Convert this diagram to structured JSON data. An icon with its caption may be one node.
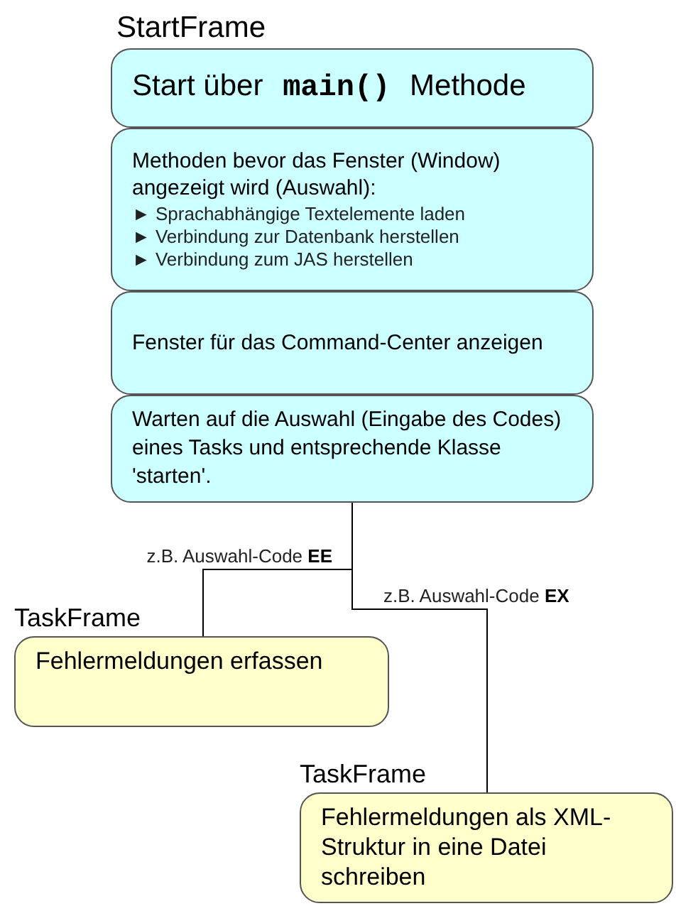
{
  "diagram": {
    "nodes": [
      {
        "text": [
          "StartFrame",
          "Start über **main()** Methode"
        ]
      },
      {
        "text": [
          "Methoden bevor das Fenster (Window) angezeigt wird (Auswahl):",
          "► Sprachabhängige Textelemente laden",
          "► Verbindung zur Datenbank herstellen",
          "► Verbindung zum JAS herstellen"
        ]
      },
      {
        "text": [
          "Fenster für das Command-Center anzeigen"
        ]
      },
      {
        "text": [
          "Warten auf die Auswahl (Eingabe des Codes) eines Tasks und entsprechende Klasse 'starten'."
        ]
      },
      {
        "text": [
          "TaskFrame",
          "Fehlermeldungen erfassen"
        ]
      },
      {
        "text": [
          "TaskFrame",
          "Fehlermeldungen als XML-Struktur in eine Datei schreiben"
        ]
      }
    ],
    "edges": [
      {
        "from": 3,
        "to": 4,
        "arrow": "none",
        "label": "z.B. Auswahl-Code **EE**"
      },
      {
        "from": 3,
        "to": 5,
        "arrow": "none",
        "label": "z.B. Auswahl-Code **EX**"
      }
    ]
  }
}
